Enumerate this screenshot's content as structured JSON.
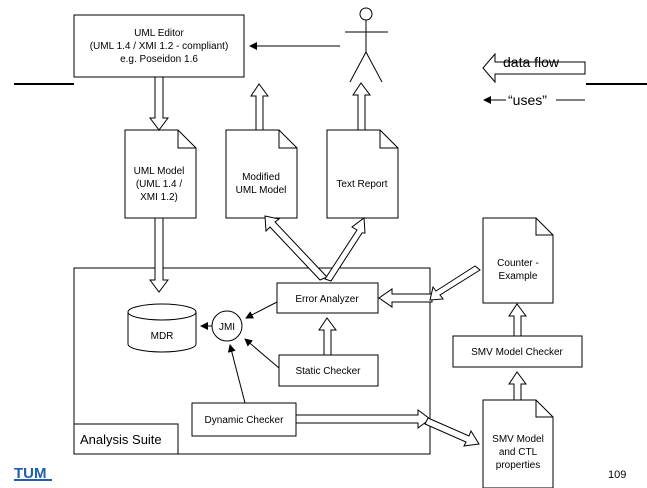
{
  "uml_editor": {
    "lines": [
      "UML Editor",
      "(UML 1.4 / XMI 1.2 - compliant)",
      "e.g. Poseidon 1.6"
    ]
  },
  "legend": {
    "data_flow": "data flow",
    "uses": "“uses”"
  },
  "documents": {
    "uml_model": [
      "UML Model",
      "(UML 1.4 /",
      "XMI 1.2)"
    ],
    "modified_model": [
      "Modified",
      "UML Model"
    ],
    "text_report": [
      "Text Report"
    ],
    "counter_example": [
      "Counter -",
      "Example"
    ],
    "smv_model": [
      "SMV Model",
      "and CTL",
      "properties"
    ]
  },
  "components": {
    "mdr": "MDR",
    "jmi": "JMI",
    "error_analyzer": "Error Analyzer",
    "static_checker": "Static Checker",
    "dynamic_checker": "Dynamic Checker",
    "smv_model_checker": "SMV Model Checker"
  },
  "analysis_suite": "Analysis Suite",
  "footer": {
    "logo": "TUM",
    "page_number": "109"
  }
}
